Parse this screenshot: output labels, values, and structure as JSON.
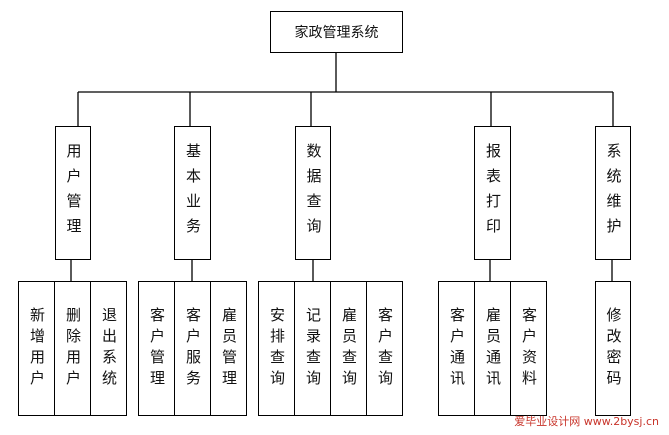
{
  "root": {
    "label": "家政管理系统"
  },
  "modules": [
    {
      "key": "user",
      "label": "用户管理"
    },
    {
      "key": "basic",
      "label": "基本业务"
    },
    {
      "key": "query",
      "label": "数据查询"
    },
    {
      "key": "report",
      "label": "报表打印"
    },
    {
      "key": "maint",
      "label": "系统维护"
    }
  ],
  "leaves": [
    {
      "label": "新增用户"
    },
    {
      "label": "删除用户"
    },
    {
      "label": "退出系统"
    },
    {
      "label": "客户管理"
    },
    {
      "label": "客户服务"
    },
    {
      "label": "雇员管理"
    },
    {
      "label": "安排查询"
    },
    {
      "label": "记录查询"
    },
    {
      "label": "雇员查询"
    },
    {
      "label": "客户查询"
    },
    {
      "label": "客户通讯"
    },
    {
      "label": "雇员通讯"
    },
    {
      "label": "客户资料"
    },
    {
      "label": "修改密码"
    }
  ],
  "watermark": "爱毕业设计网 www.2bysj.cn",
  "colors": {
    "line": "#000000",
    "watermark": "#c8342a"
  }
}
